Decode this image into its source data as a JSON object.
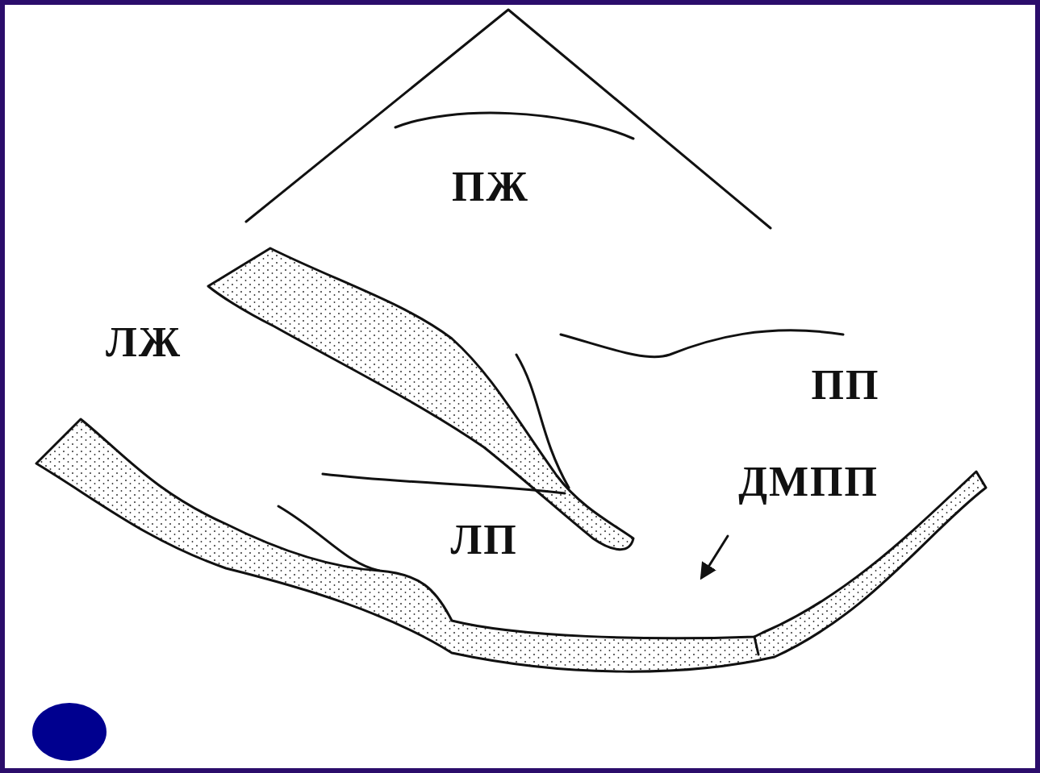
{
  "diagram": {
    "labels": [
      "ПЖ",
      "ЛЖ",
      "ПП",
      "ДМПП",
      "ЛП"
    ]
  }
}
